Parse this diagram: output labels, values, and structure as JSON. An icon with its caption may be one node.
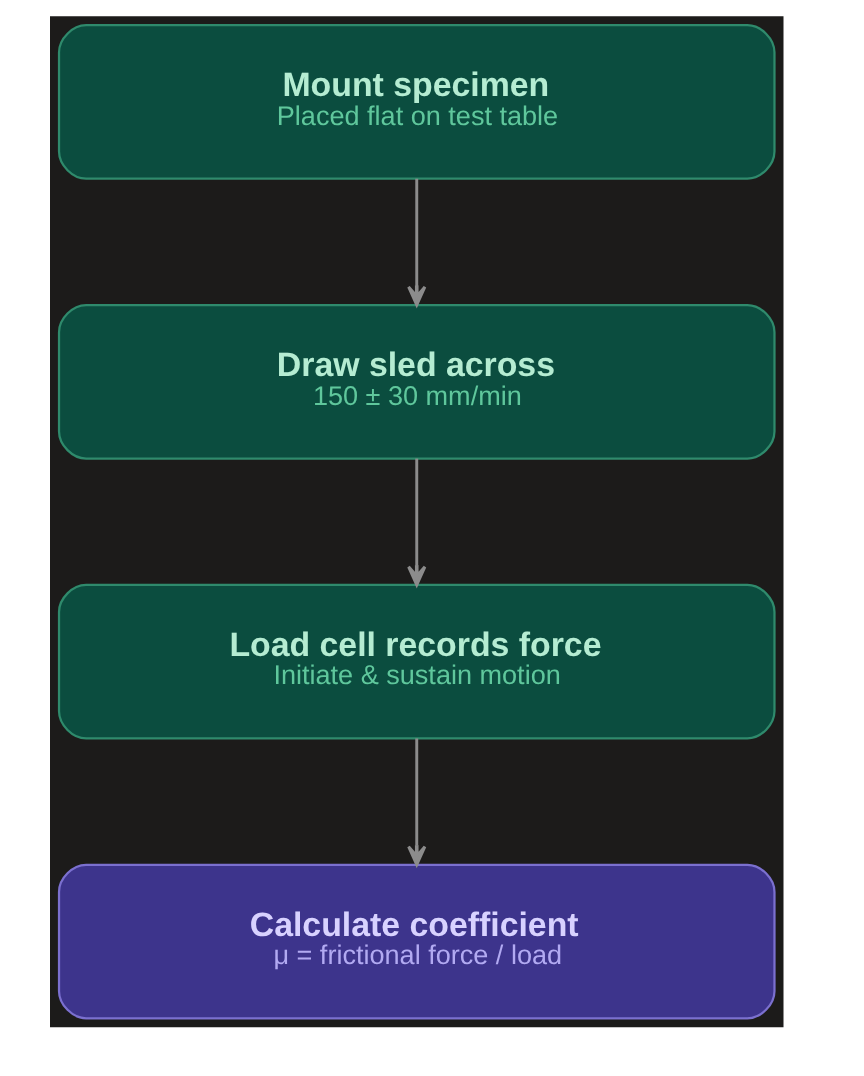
{
  "diagram": {
    "nodes": [
      {
        "text": [
          "Mount specimen",
          "Placed flat on test table"
        ]
      },
      {
        "text": [
          "Draw sled across",
          "150 ± 30 mm/min"
        ]
      },
      {
        "text": [
          "Load cell records force",
          "Initiate & sustain motion"
        ]
      },
      {
        "text": [
          "Calculate coefficient",
          "μ = frictional force / load"
        ]
      }
    ],
    "edges": [
      {
        "from": 0,
        "to": 1,
        "arrow": "to"
      },
      {
        "from": 1,
        "to": 2,
        "arrow": "to"
      },
      {
        "from": 2,
        "to": 3,
        "arrow": "to"
      }
    ]
  }
}
